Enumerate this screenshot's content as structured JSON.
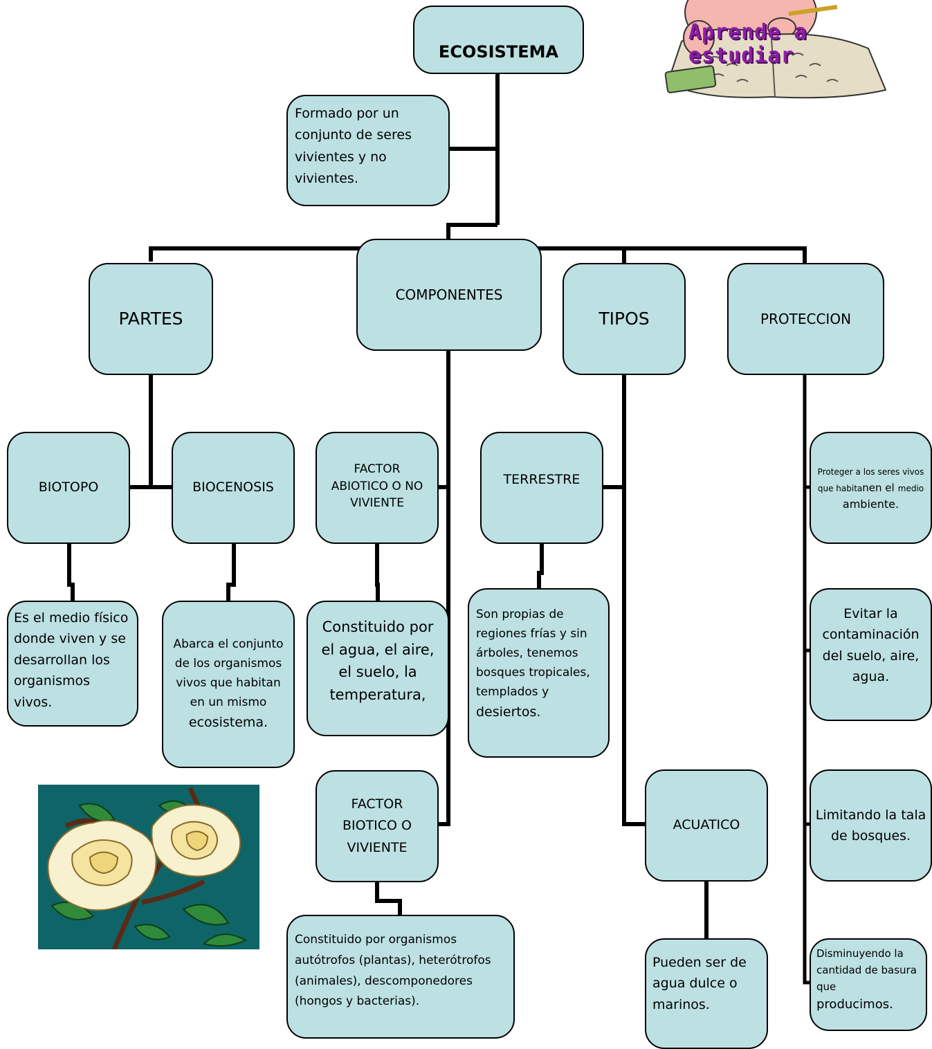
{
  "root": {
    "label": "ECOSISTEMA"
  },
  "definition": {
    "text": "Formado por un conjunto de seres vivientes y no vivientes."
  },
  "categories": {
    "partes": "PARTES",
    "componentes": "COMPONENTES",
    "tipos": "TIPOS",
    "proteccion": "PROTECCION"
  },
  "partes": {
    "biotopo": {
      "label": "BIOTOPO",
      "desc": "Es el medio físico donde viven y se desarrollan los organismos vivos."
    },
    "biocenosis": {
      "label": "BIOCENOSIS",
      "desc_main": "Abarca el conjunto de los organismos vivos que habitan en un mismo",
      "desc_last": "ecosistema."
    }
  },
  "componentes": {
    "abiotico": {
      "label": "FACTOR ABIOTICO O NO VIVIENTE",
      "desc": "Constituido por el agua, el aire, el suelo, la temperatura,"
    },
    "biotico": {
      "label": "FACTOR BIOTICO O VIVIENTE",
      "desc": "Constituido por organismos autótrofos (plantas), heterótrofos (animales), descomponedores (hongos y bacterias)."
    }
  },
  "tipos": {
    "terrestre": {
      "label": "TERRESTRE",
      "desc_main": "Son propias de regiones frías y sin árboles, tenemos bosques tropicales, templados y",
      "desc_last": "desiertos."
    },
    "acuatico": {
      "label": "ACUATICO",
      "desc": "Pueden ser de agua dulce o marinos."
    }
  },
  "proteccion": {
    "p1": {
      "small": "Proteger a los seres vivos que habita",
      "big1": "nen el",
      "small2": "medio",
      "big2": "ambiente."
    },
    "p2": "Evitar la contaminación del suelo, aire, agua.",
    "p3": "Limitando la tala de bosques.",
    "p4": {
      "small": "Disminuyendo la cantidad de basura que",
      "big": "producimos."
    }
  },
  "clipart": {
    "study_caption": "Aprende a estudiar",
    "study_icon": "student-studying-icon",
    "roses_icon": "white-roses-icon"
  },
  "colors": {
    "node_fill": "#bde0e2",
    "stroke": "#000000",
    "roses_bg": "#0e6466",
    "caption": "#8a1fa3"
  }
}
